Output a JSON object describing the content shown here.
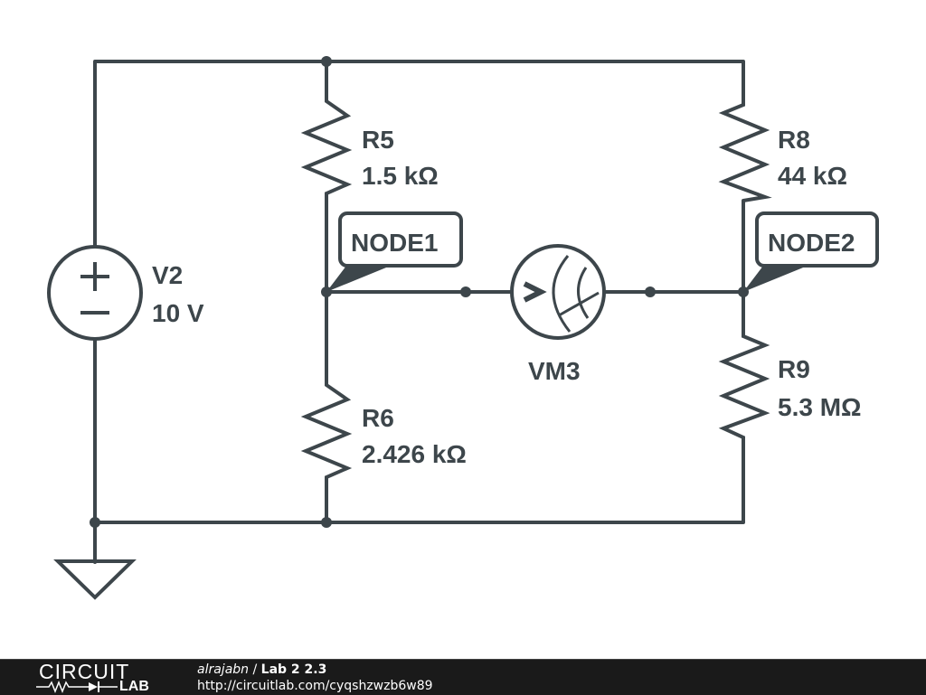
{
  "colors": {
    "ink": "#3d464b",
    "footer_bg": "#1a1a1a",
    "background": "#ffffff"
  },
  "components": {
    "V2": {
      "name": "V2",
      "value": "10 V",
      "type": "dc-voltage-source"
    },
    "R5": {
      "name": "R5",
      "value": "1.5 kΩ",
      "type": "resistor"
    },
    "R6": {
      "name": "R6",
      "value": "2.426 kΩ",
      "type": "resistor"
    },
    "R8": {
      "name": "R8",
      "value": "44 kΩ",
      "type": "resistor"
    },
    "R9": {
      "name": "R9",
      "value": "5.3 MΩ",
      "type": "resistor"
    },
    "VM3": {
      "name": "VM3",
      "type": "voltmeter"
    }
  },
  "nodes": {
    "node1": "NODE1",
    "node2": "NODE2"
  },
  "source_symbols": {
    "plus": "+",
    "minus": "−"
  },
  "footer": {
    "logo_top": "CIRCUIT",
    "logo_bottom": "LAB",
    "author": "alrajabn",
    "separator": " / ",
    "title": "Lab 2 2.3",
    "url": "http://circuitlab.com/cyqshzwzb6w89"
  }
}
